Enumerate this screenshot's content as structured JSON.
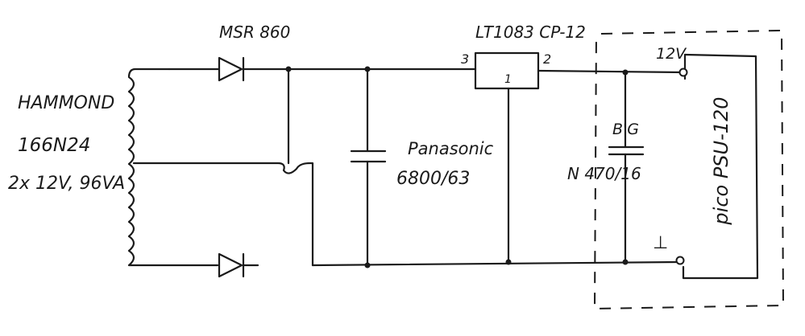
{
  "labels": {
    "transformer_brand": "HAMMOND",
    "transformer_model": "166N24",
    "transformer_rating": "2x 12V, 96VA",
    "diode_model": "MSR 860",
    "regulator_model": "LT1083 CP-12",
    "pin_3": "3",
    "pin_2": "2",
    "pin_1": "1",
    "cap_main_brand": "Panasonic",
    "cap_main_value": "6800/63",
    "cap_out_brand": "B'G",
    "cap_out_value": "N 470/16",
    "out_voltage": "12V",
    "ground_symbol": "⊥",
    "module_name": "pico PSU-120"
  },
  "colors": {
    "ink": "#1a1a1a",
    "paper": "#ffffff"
  }
}
